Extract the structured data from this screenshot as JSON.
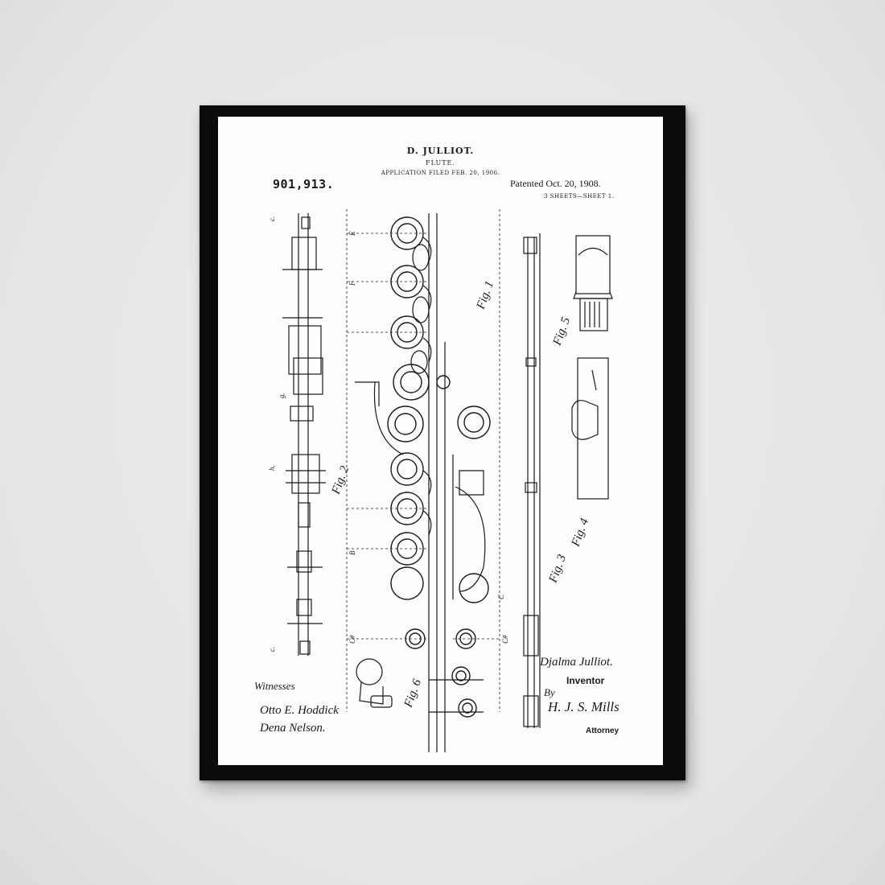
{
  "patent": {
    "inventor_name": "D. JULLIOT.",
    "subject": "FLUTE.",
    "application_filed": "APPLICATION FILED FEB. 20, 1906.",
    "number": "901,913.",
    "patented": "Patented Oct. 20, 1908.",
    "sheets": "3 SHEETS—SHEET 1."
  },
  "figures": [
    "Fig. 1",
    "Fig. 2",
    "Fig. 3",
    "Fig. 4",
    "Fig. 5",
    "Fig. 6"
  ],
  "signatures": {
    "witnesses_label": "Witnesses",
    "witness_1": "Otto E. Hoddick",
    "witness_2": "Dena Nelson.",
    "inventor_signature": "Djalma Julliot.",
    "inventor_label": "Inventor",
    "by_label": "By",
    "attorney_signature": "H. J. S. Mills",
    "attorney_label": "Attorney"
  },
  "colors": {
    "wall": "#e8e6e8",
    "frame": "#0b0b0b",
    "paper": "#fdfdfd",
    "ink": "#1a1a1a"
  }
}
